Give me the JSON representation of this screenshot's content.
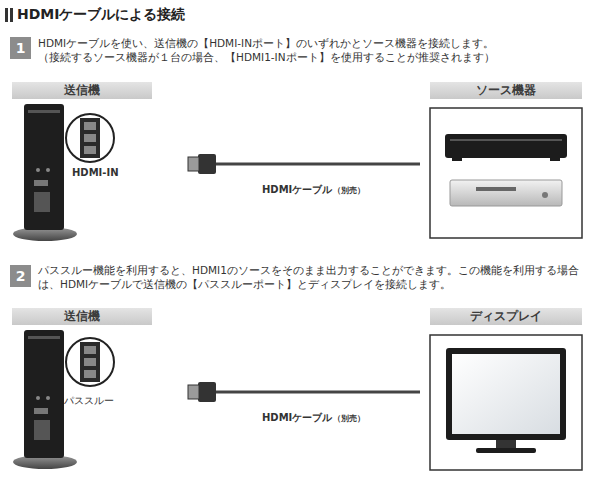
{
  "diagram": {
    "title": "HDMIケーブルによる接続",
    "nodes": [
      {
        "text": [
          "1"
        ]
      },
      {
        "text": [
          "送信機"
        ]
      },
      {
        "text": [
          "ソース機器"
        ]
      },
      {
        "text": [
          "2"
        ]
      },
      {
        "text": [
          "送信機"
        ]
      },
      {
        "text": [
          "ディスプレイ"
        ]
      }
    ],
    "labels": [
      "HDMIケーブルを使い、送信機の【HDMI-INポート】のいずれかとソース機器を接続します。",
      "（接続するソース機器が１台の場合、【HDMI1-INポート】を使用することが推奨されます）",
      "HDMI-IN",
      "HDMIケーブル",
      "（別売）",
      "パススルー機能を利用すると、HDMI1のソースをそのまま出力することができます。この機能を利用する場合は、HDMIケーブルで送信機の【パススルーポート】とディスプレイを接続します。",
      "パススルー",
      "HDMIケーブル",
      "（別売）"
    ]
  }
}
